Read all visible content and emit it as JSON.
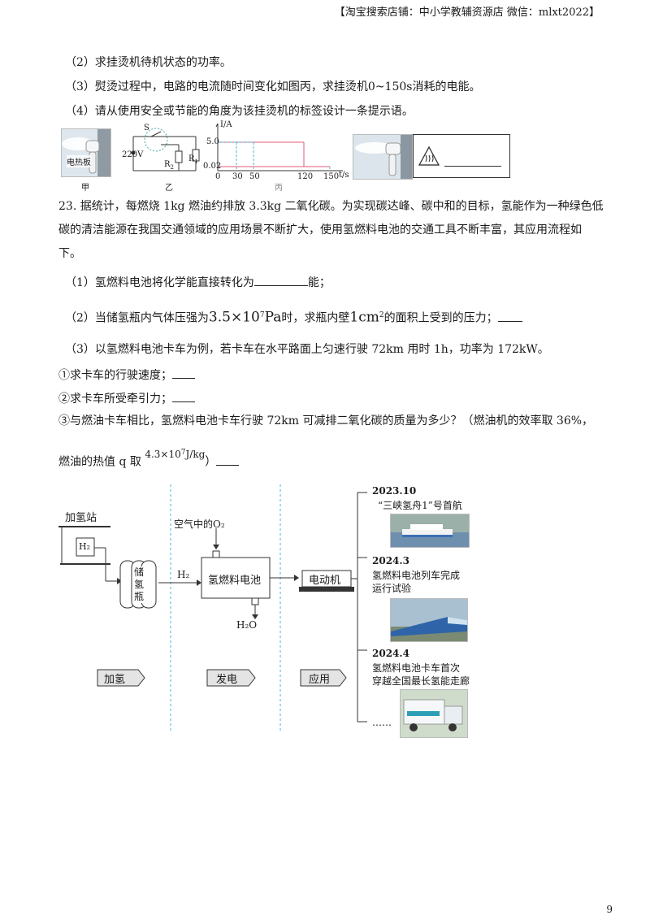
{
  "header": "【淘宝搜索店铺：中小学教辅资源店  微信：mlxt2022】",
  "q22": {
    "p2": "（2）求挂烫机待机状态的功率。",
    "p3": "（3）熨烫过程中，电路的电流随时间变化如图丙，求挂烫机0~150s消耗的电能。",
    "p4": "（4）请从使用安全或节能的角度为该挂烫机的标签设计一条提示语。",
    "fig_jia": "甲",
    "fig_yi": "乙",
    "fig_bing": "丙",
    "circuit": {
      "s": "S",
      "v": "220V",
      "r1": "R",
      "r1_sub": "1",
      "r2": "R",
      "r2_sub": "2"
    },
    "graph": {
      "ylabel": "I/A",
      "xlabel": "t/s",
      "y_ticks": [
        "5.0",
        "0.02"
      ],
      "x_ticks": [
        "0",
        "30",
        "50",
        "120",
        "150"
      ]
    },
    "photo_label": "电热板"
  },
  "q23": {
    "intro1": "23. 据统计，每燃烧 1kg 燃油约排放 3.3kg 二氧化碳。为实现碳达峰、碳中和的目标，氢能作为一种绿色低",
    "intro2": "碳的清洁能源在我国交通领域的应用场景不断扩大，使用氢燃料电池的交通工具不断丰富，其应用流程如",
    "intro3": "下。",
    "p1a": "（1）氢燃料电池将化学能直接转化为",
    "p1b": "能；",
    "p2a": "（2）当储氢瓶内气体压强为",
    "p2_val": "3.5×10",
    "p2_exp": "7",
    "p2_unit": "Pa",
    "p2b": "时，求瓶内壁",
    "p2_area": "1cm",
    "p2_area_exp": "2",
    "p2c": "的面积上受到的压力；",
    "p3": "（3）以氢燃料电池卡车为例，若卡车在水平路面上匀速行驶 72km 用时 1h，功率为 172kW。",
    "s1": "①求卡车的行驶速度；",
    "s2": "②求卡车所受牵引力；",
    "s3": "③与燃油卡车相比，氢燃料电池卡车行驶 72km 可减排二氧化碳的质量为多少？（燃油机的效率取 36%，",
    "s4a": "燃油的热值 q 取",
    "s4_val": "4.3×10",
    "s4_exp": "7",
    "s4_unit": "J/kg",
    "s4b": "）"
  },
  "flow": {
    "station": "加氢站",
    "h2_box": "H₂",
    "tank": [
      "储",
      "氢",
      "瓶"
    ],
    "h2_arrow": "H₂",
    "o2": "空气中的O₂",
    "cell": "氢燃料电池",
    "h2o": "H₂O",
    "motor": "电动机",
    "stage1": "加氢",
    "stage2": "发电",
    "stage3": "应用",
    "apps": [
      {
        "date": "2023.10",
        "text1": "“三峡氢舟1”号首航",
        "text2": ""
      },
      {
        "date": "2024.3",
        "text1": "氢燃料电池列车完成",
        "text2": "运行试验"
      },
      {
        "date": "2024.4",
        "text1": "氢燃料电池卡车首次",
        "text2": "穿越全国最长氢能走廊"
      }
    ],
    "ellipsis": "……"
  },
  "page_number": "9"
}
